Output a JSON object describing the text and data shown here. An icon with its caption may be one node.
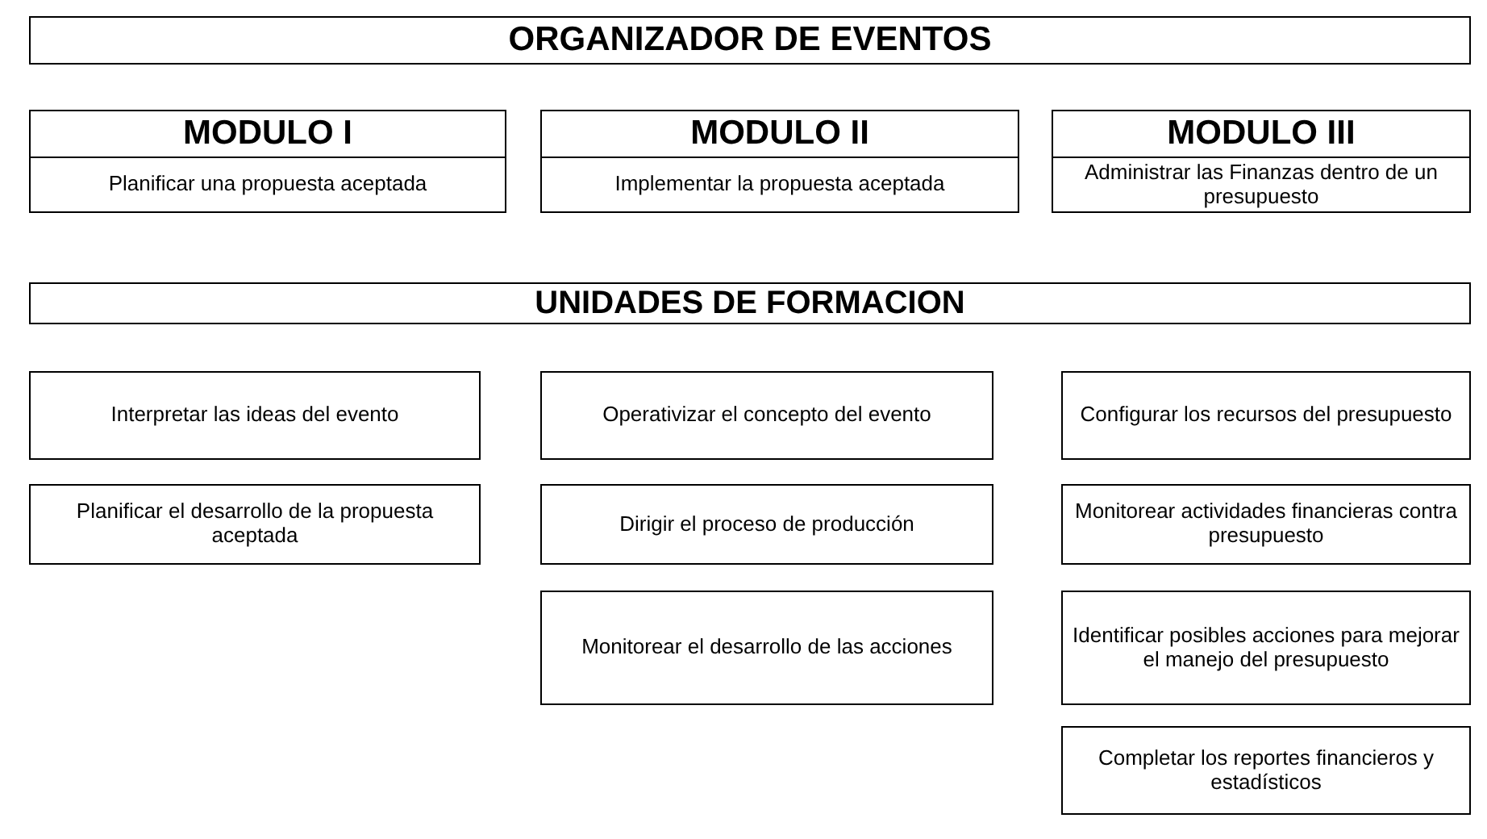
{
  "diagram": {
    "title": "ORGANIZADOR DE EVENTOS",
    "nodes": [
      {
        "text": [
          "MODULO I",
          "Planificar una propuesta aceptada"
        ]
      },
      {
        "text": [
          "MODULO II",
          "Implementar la propuesta aceptada"
        ]
      },
      {
        "text": [
          "MODULO III",
          "Administrar las Finanzas dentro de un presupuesto"
        ]
      },
      {
        "text": [
          "UNIDADES DE FORMACION"
        ]
      },
      {
        "text": [
          "Interpretar las ideas del evento"
        ]
      },
      {
        "text": [
          "Operativizar el concepto del evento"
        ]
      },
      {
        "text": [
          "Configurar los recursos del presupuesto"
        ]
      },
      {
        "text": [
          "Planificar el desarrollo de la propuesta aceptada"
        ]
      },
      {
        "text": [
          "Dirigir el proceso de producción"
        ]
      },
      {
        "text": [
          "Monitorear actividades financieras contra presupuesto"
        ]
      },
      {
        "text": [
          "Monitorear el desarrollo de las acciones"
        ]
      },
      {
        "text": [
          "Identificar posibles acciones para mejorar el manejo del presupuesto"
        ]
      },
      {
        "text": [
          "Completar los reportes financieros y estadísticos"
        ]
      }
    ],
    "edges": []
  }
}
